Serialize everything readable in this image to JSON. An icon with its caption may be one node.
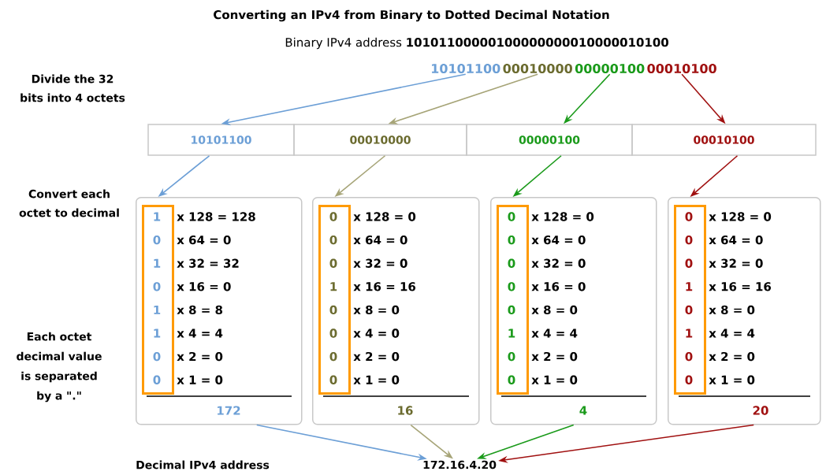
{
  "diagram": {
    "title": "Converting an IPv4 from Binary to Dotted Decimal Notation",
    "nodes": [
      {
        "text": [
          "10101100"
        ]
      },
      {
        "text": [
          "00010000"
        ]
      },
      {
        "text": [
          "00000100"
        ]
      },
      {
        "text": [
          "00010100"
        ]
      },
      {
        "text": [
          "10101100"
        ]
      },
      {
        "text": [
          "00010000"
        ]
      },
      {
        "text": [
          "00000100"
        ]
      },
      {
        "text": [
          "00010100"
        ]
      },
      {
        "text": [
          "x 128 = 128",
          "x 64 = 0",
          "x 32 = 32",
          "x 16 = 0",
          "x 8 = 8",
          "x 4 = 4",
          "x 2 = 0",
          "x 1 = 0",
          "172"
        ]
      },
      {
        "text": [
          "1",
          "0",
          "1",
          "0",
          "1",
          "1",
          "0",
          "0"
        ],
        "in": 8
      },
      {
        "text": [
          "x 128 = 0",
          "x 64 = 0",
          "x 32 = 0",
          "x 16 = 16",
          "x 8 = 0",
          "x 4 = 0",
          "x 2 = 0",
          "x 1 = 0",
          "16"
        ]
      },
      {
        "text": [
          "0",
          "0",
          "0",
          "1",
          "0",
          "0",
          "0",
          "0"
        ],
        "in": 10
      },
      {
        "text": [
          "x 128 = 0",
          "x 64 = 0",
          "x 32 = 0",
          "x 16 = 0",
          "x 8 = 0",
          "x 4 = 4",
          "x 2 = 0",
          "x 1 = 0",
          "4"
        ]
      },
      {
        "text": [
          "0",
          "0",
          "0",
          "0",
          "0",
          "1",
          "0",
          "0"
        ],
        "in": 12
      },
      {
        "text": [
          "x 128 = 0",
          "x 64 = 0",
          "x 32 = 0",
          "x 16 = 16",
          "x 8 = 0",
          "x 4 = 4",
          "x 2 = 0",
          "x 1 = 0",
          "20"
        ]
      },
      {
        "text": [
          "0",
          "0",
          "0",
          "1",
          "0",
          "1",
          "0",
          "0"
        ],
        "in": 14
      },
      {
        "text": [
          "172.16.4.20"
        ]
      }
    ],
    "edges": [
      {
        "from": 0,
        "to": 4,
        "arrow": "to",
        "color": "#6c9fd6"
      },
      {
        "from": 1,
        "to": 5,
        "arrow": "to",
        "color": "#a6a477"
      },
      {
        "from": 2,
        "to": 6,
        "arrow": "to",
        "color": "#1a9a1a"
      },
      {
        "from": 3,
        "to": 7,
        "arrow": "to",
        "color": "#a01010"
      },
      {
        "from": 4,
        "to": 8,
        "arrow": "to",
        "color": "#6c9fd6"
      },
      {
        "from": 5,
        "to": 10,
        "arrow": "to",
        "color": "#a6a477"
      },
      {
        "from": 6,
        "to": 12,
        "arrow": "to",
        "color": "#1a9a1a"
      },
      {
        "from": 7,
        "to": 14,
        "arrow": "to",
        "color": "#a01010"
      },
      {
        "from": 8,
        "to": 16,
        "arrow": "to",
        "color": "#6c9fd6"
      },
      {
        "from": 10,
        "to": 16,
        "arrow": "to",
        "color": "#a6a477"
      },
      {
        "from": 12,
        "to": 16,
        "arrow": "to",
        "color": "#1a9a1a"
      },
      {
        "from": 14,
        "to": 16,
        "arrow": "to",
        "color": "#a01010"
      }
    ],
    "labels": [
      "Binary IPv4 address **10101100000100000000010000010100**",
      "Divide the 32 bits into 4 octets",
      "Convert each octet to decimal",
      "Each octet decimal value is separated by a \".\"",
      "Decimal IPv4 address"
    ]
  }
}
